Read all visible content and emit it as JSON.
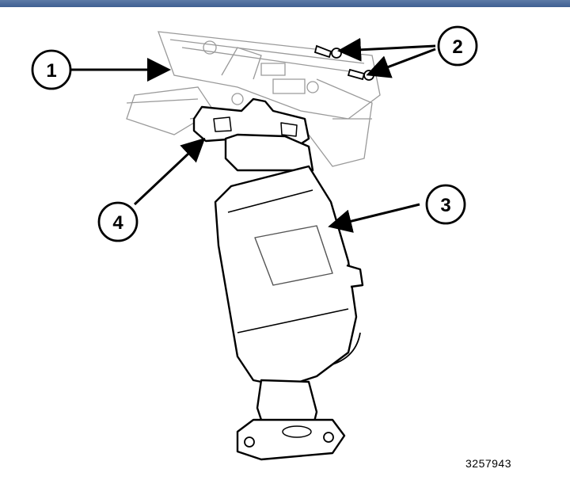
{
  "callouts": [
    {
      "id": "1",
      "label": "1"
    },
    {
      "id": "2",
      "label": "2"
    },
    {
      "id": "3",
      "label": "3"
    },
    {
      "id": "4",
      "label": "4"
    }
  ],
  "figure_number": "3257943",
  "colors": {
    "frame_bar": "#4a6a9c",
    "line": "#000000",
    "hatch": "#9a9a9a"
  }
}
